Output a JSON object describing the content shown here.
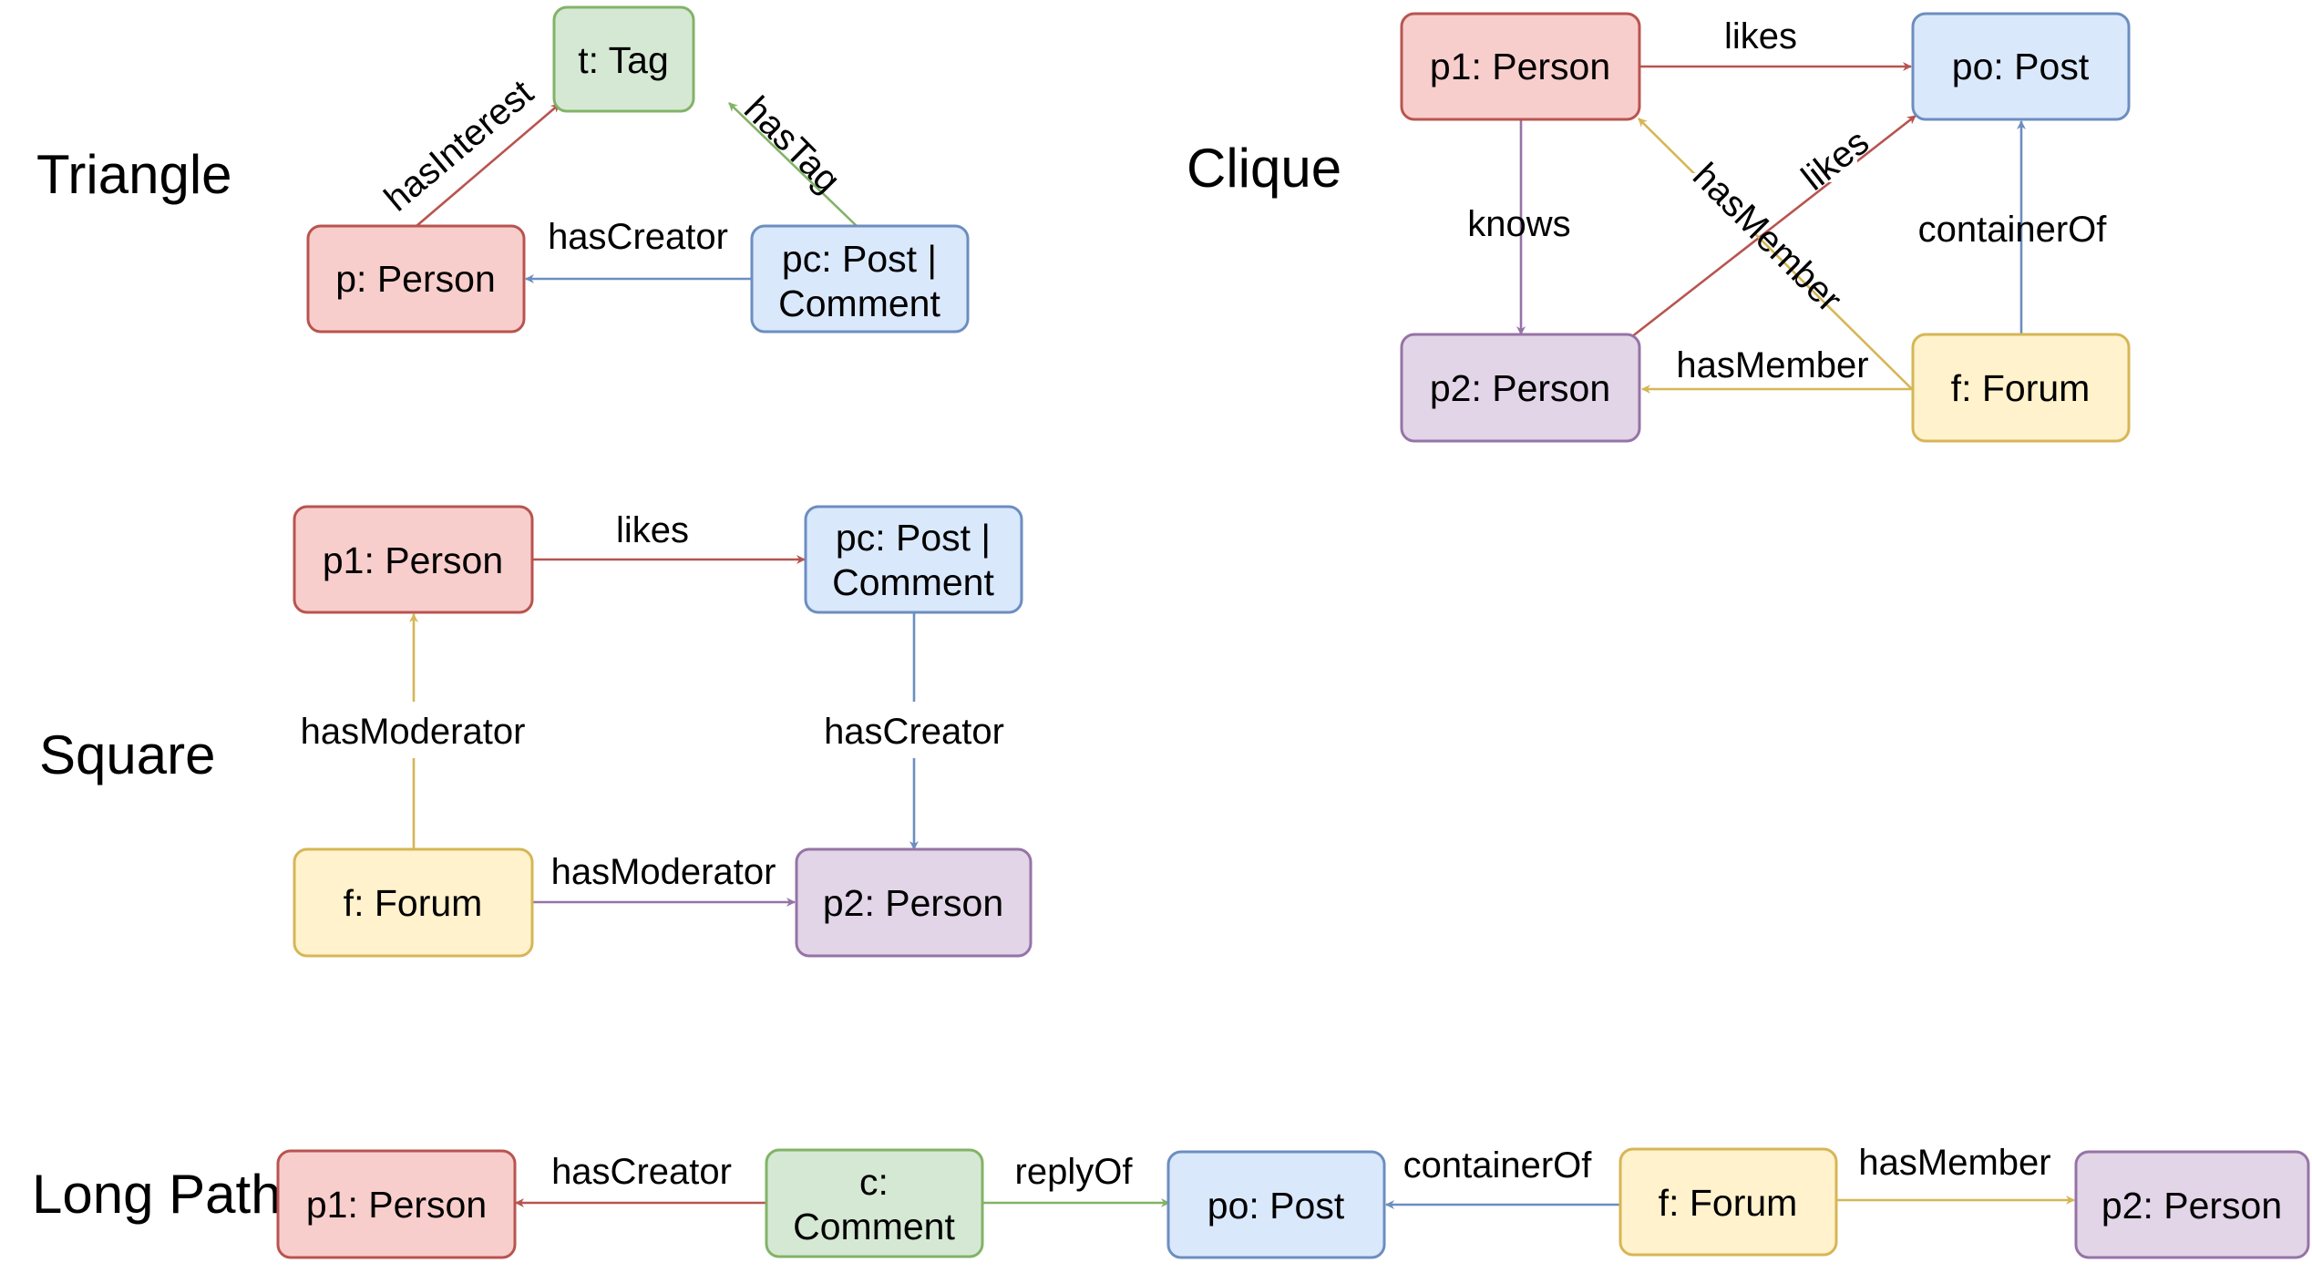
{
  "colors": {
    "red_fill": "#f8cecc",
    "red_stroke": "#b85450",
    "green_fill": "#d5e8d4",
    "green_stroke": "#82b366",
    "blue_fill": "#dae8fc",
    "blue_stroke": "#6c8ebf",
    "yellow_fill": "#fff2cc",
    "yellow_stroke": "#d6b656",
    "purple_fill": "#e1d5e7",
    "purple_stroke": "#9673a6",
    "edge_red": "#b85450",
    "edge_green": "#82b366",
    "edge_blue": "#6c8ebf",
    "edge_yellow": "#d6b656",
    "edge_purple": "#9673a6"
  },
  "triangle": {
    "title": "Triangle",
    "nodes": {
      "tag": [
        "t: Tag"
      ],
      "person": [
        "p: Person"
      ],
      "postcomment": [
        "pc: Post |",
        "Comment"
      ]
    },
    "edges": {
      "hasInterest": "hasInterest",
      "hasTag": "hasTag",
      "hasCreator": "hasCreator"
    }
  },
  "clique": {
    "title": "Clique",
    "nodes": {
      "p1": [
        "p1: Person"
      ],
      "po": [
        "po: Post"
      ],
      "p2": [
        "p2: Person"
      ],
      "forum": [
        "f: Forum"
      ]
    },
    "edges": {
      "likes_top": "likes",
      "knows": "knows",
      "likes_diag": "likes",
      "hasMember_diag": "hasMember",
      "containerOf": "containerOf",
      "hasMember_bottom": "hasMember"
    }
  },
  "square": {
    "title": "Square",
    "nodes": {
      "p1": [
        "p1: Person"
      ],
      "pc": [
        "pc: Post |",
        "Comment"
      ],
      "forum": [
        "f: Forum"
      ],
      "p2": [
        "p2: Person"
      ]
    },
    "edges": {
      "likes": "likes",
      "hasModerator_left": "hasModerator",
      "hasCreator": "hasCreator",
      "hasModerator_bottom": "hasModerator"
    }
  },
  "longpath": {
    "title": "Long Path",
    "nodes": {
      "p1": [
        "p1: Person"
      ],
      "c": [
        "c:",
        "Comment"
      ],
      "po": [
        "po: Post"
      ],
      "forum": [
        "f: Forum"
      ],
      "p2": [
        "p2: Person"
      ]
    },
    "edges": {
      "hasCreator": "hasCreator",
      "replyOf": "replyOf",
      "containerOf": "containerOf",
      "hasMember": "hasMember"
    }
  }
}
